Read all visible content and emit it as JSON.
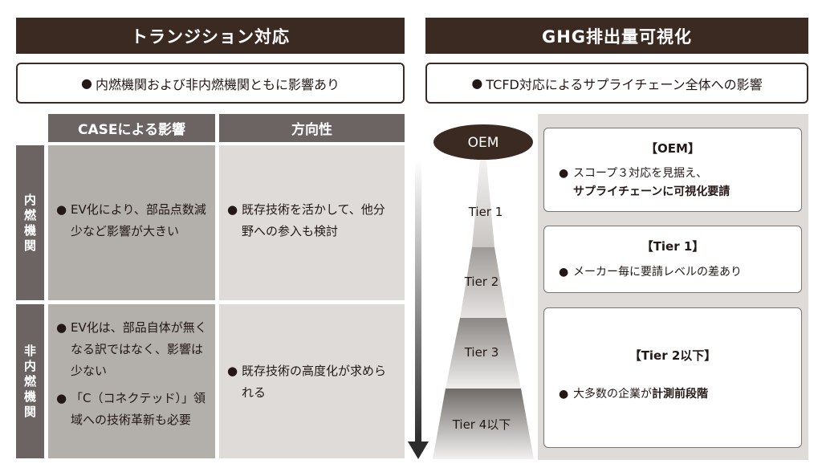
{
  "left": {
    "title": "トランジション対応",
    "summary": "内燃機関および非内燃機関ともに影響あり",
    "bullet_glyph": "●",
    "col_headers": [
      "CASEによる影響",
      "方向性"
    ],
    "rows": [
      {
        "label": "内燃機関",
        "impact": [
          "EV化により、部品点数減少など影響が大きい"
        ],
        "direction": [
          "既存技術を活かして、他分野への参入も検討"
        ]
      },
      {
        "label": "非内燃機関",
        "impact": [
          "EV化は、部品自体が無くなる訳ではなく、影響は少ない",
          "「C（コネクテッド）」領域への技術革新も必要"
        ],
        "direction": [
          "既存技術の高度化が求められる"
        ]
      }
    ]
  },
  "right": {
    "title": "GHG排出量可視化",
    "summary": "TCFD対応によるサプライチェーン全体への影響",
    "pyramid": {
      "top": "OEM",
      "tiers": [
        "Tier 1",
        "Tier 2",
        "Tier 3",
        "Tier 4以下"
      ]
    },
    "boxes": [
      {
        "title": "【OEM】",
        "text_plain": "スコープ３対応を見据え、",
        "text_bold": "サプライチェーンに可視化要請"
      },
      {
        "title": "【Tier 1】",
        "text_plain": "メーカー毎に要請レベルの差あり",
        "text_bold": ""
      },
      {
        "title": "【Tier 2以下】",
        "text_plain": "大多数の企業が",
        "text_bold": "計測前段階"
      }
    ]
  },
  "colors": {
    "header_bg": "#3a2a22",
    "col_header_bg": "#6b6462",
    "cell_dark": "#b3afab",
    "cell_light": "#dedbd8"
  }
}
